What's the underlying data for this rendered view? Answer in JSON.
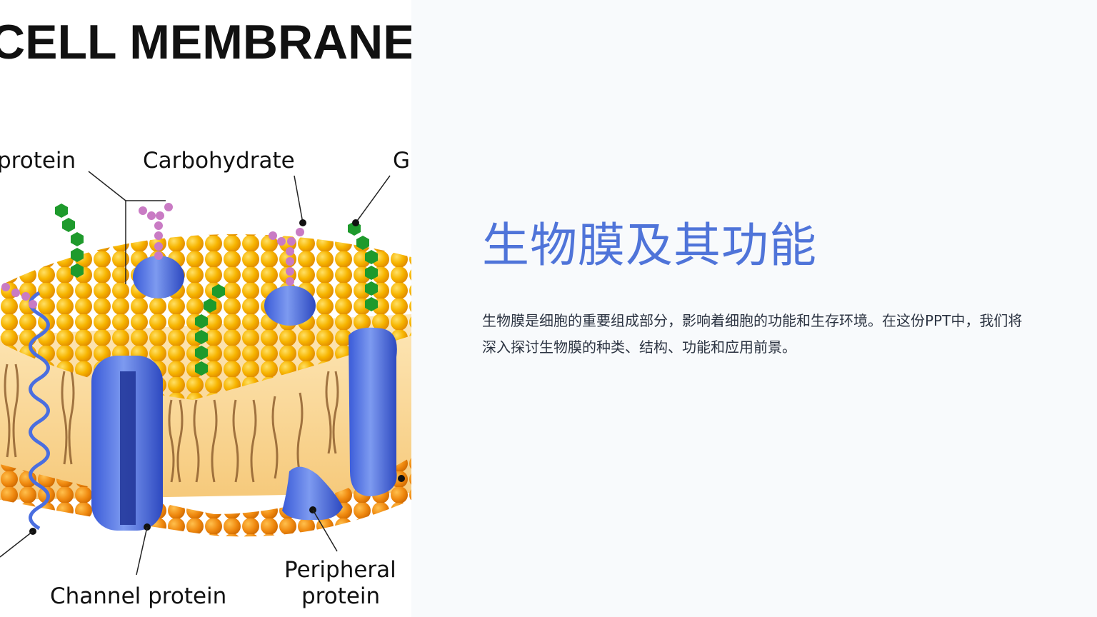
{
  "slide": {
    "title": "生物膜及其功能",
    "description": "生物膜是细胞的重要组成部分，影响着细胞的功能和生存环境。在这份PPT中，我们将深入探讨生物膜的种类、结构、功能和应用前景。"
  },
  "image": {
    "heading": "CELL MEMBRANE",
    "labels": {
      "glycoprotein": "Glycoprotein",
      "carbohydrate": "Carbohydrate",
      "glycolipid": "Glycolipid",
      "channel_protein": "Channel protein",
      "peripheral_protein_line1": "Peripheral",
      "peripheral_protein_line2": "protein"
    }
  },
  "colors": {
    "title": "#4f74d9",
    "text": "#2c3442",
    "lipid_head": "#f5a800",
    "protein": "#4a6ee0",
    "carb_green": "#1e9a2c",
    "carb_pink": "#c97bc4"
  }
}
